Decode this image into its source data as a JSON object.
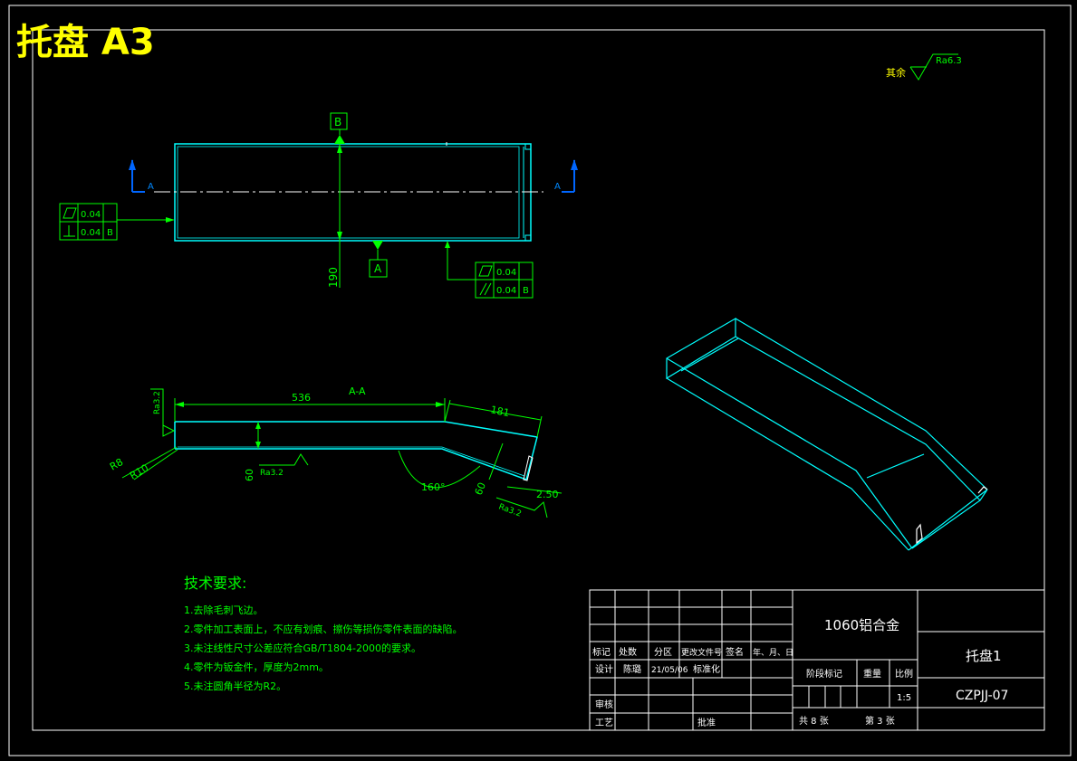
{
  "sheet": {
    "title": "托盘 A3",
    "roughness_general": {
      "label": "其余",
      "value": "Ra6.3"
    }
  },
  "top_view": {
    "datum_b": "B",
    "datum_a": "A",
    "section_left": "A",
    "section_right": "A",
    "dim_width": "190",
    "gdt_left": [
      {
        "symbol": "flatness",
        "value": "0.04",
        "datum": ""
      },
      {
        "symbol": "perpendicularity",
        "value": "0.04",
        "datum": "B"
      }
    ],
    "gdt_right": [
      {
        "symbol": "flatness",
        "value": "0.04",
        "datum": ""
      },
      {
        "symbol": "parallelism",
        "value": "0.04",
        "datum": "B"
      }
    ]
  },
  "section_view": {
    "title": "A-A",
    "dim_length": "536",
    "dim_slant": "181",
    "dim_angle": "160°",
    "dim_height_left": "60",
    "dim_height_right": "60",
    "dim_thickness": "2.50",
    "dim_r8": "R8",
    "dim_r10": "R10",
    "roughness_a": "Ra3.2",
    "roughness_b": "Ra3.2",
    "roughness_c": "Ra3.2"
  },
  "tech_requirements": {
    "heading": "技术要求:",
    "items": [
      "1.去除毛刺飞边。",
      "2.零件加工表面上，不应有划痕、擦伤等损伤零件表面的缺陷。",
      "3.未注线性尺寸公差应符合GB/T1804-2000的要求。",
      "4.零件为钣金件，厚度为2mm。",
      "5.未注圆角半径为R2。"
    ]
  },
  "title_block": {
    "material": "1060铝合金",
    "part_name": "托盘1",
    "drawing_no": "CZPJJ-07",
    "header": [
      "标记",
      "处数",
      "分区",
      "更改文件号",
      "签名",
      "年、月、日"
    ],
    "design_label": "设计",
    "designer": "陈璐",
    "design_date": "21/05/06",
    "standardize_label": "标准化",
    "stage_mark_label": "阶段标记",
    "weight_label": "重量",
    "scale_label": "比例",
    "scale": "1:5",
    "review_label": "审核",
    "process_label": "工艺",
    "approve_label": "批准",
    "sheets": "共 8 张",
    "sheet_no": "第 3 张"
  }
}
